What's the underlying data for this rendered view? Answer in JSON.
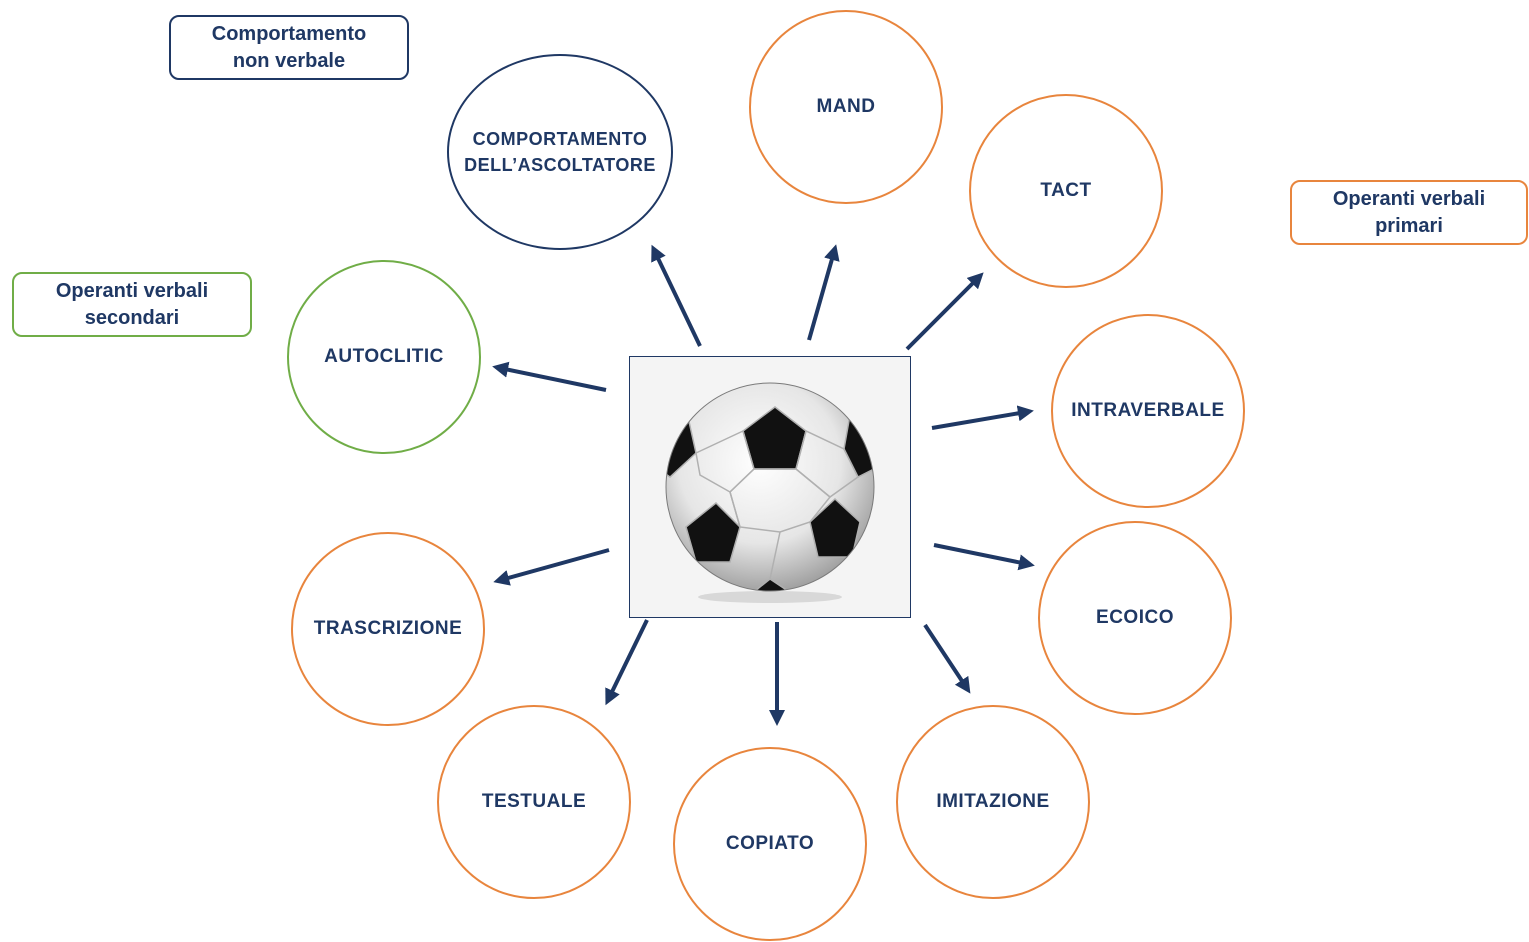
{
  "center": {
    "image": "soccer-ball"
  },
  "legends": {
    "non_verbal": "Comportamento\nnon verbale",
    "primary": "Operanti verbali\nprimari",
    "secondary": "Operanti verbali\nsecondari"
  },
  "nodes": {
    "listener": "COMPORTAMENTO\nDELL’ASCOLTATORE",
    "mand": "MAND",
    "tact": "TACT",
    "intraverbal": "INTRAVERBALE",
    "echoic": "ECOICO",
    "imitation": "IMITAZIONE",
    "copied": "COPIATO",
    "textual": "TESTUALE",
    "transcription": "TRASCRIZIONE",
    "autoclitic": "AUTOCLITIC"
  },
  "colors": {
    "primary": "#e8853d",
    "secondary": "#70ad47",
    "non_verbal": "#1f3864",
    "text": "#1f3864",
    "arrow": "#1f3864"
  }
}
